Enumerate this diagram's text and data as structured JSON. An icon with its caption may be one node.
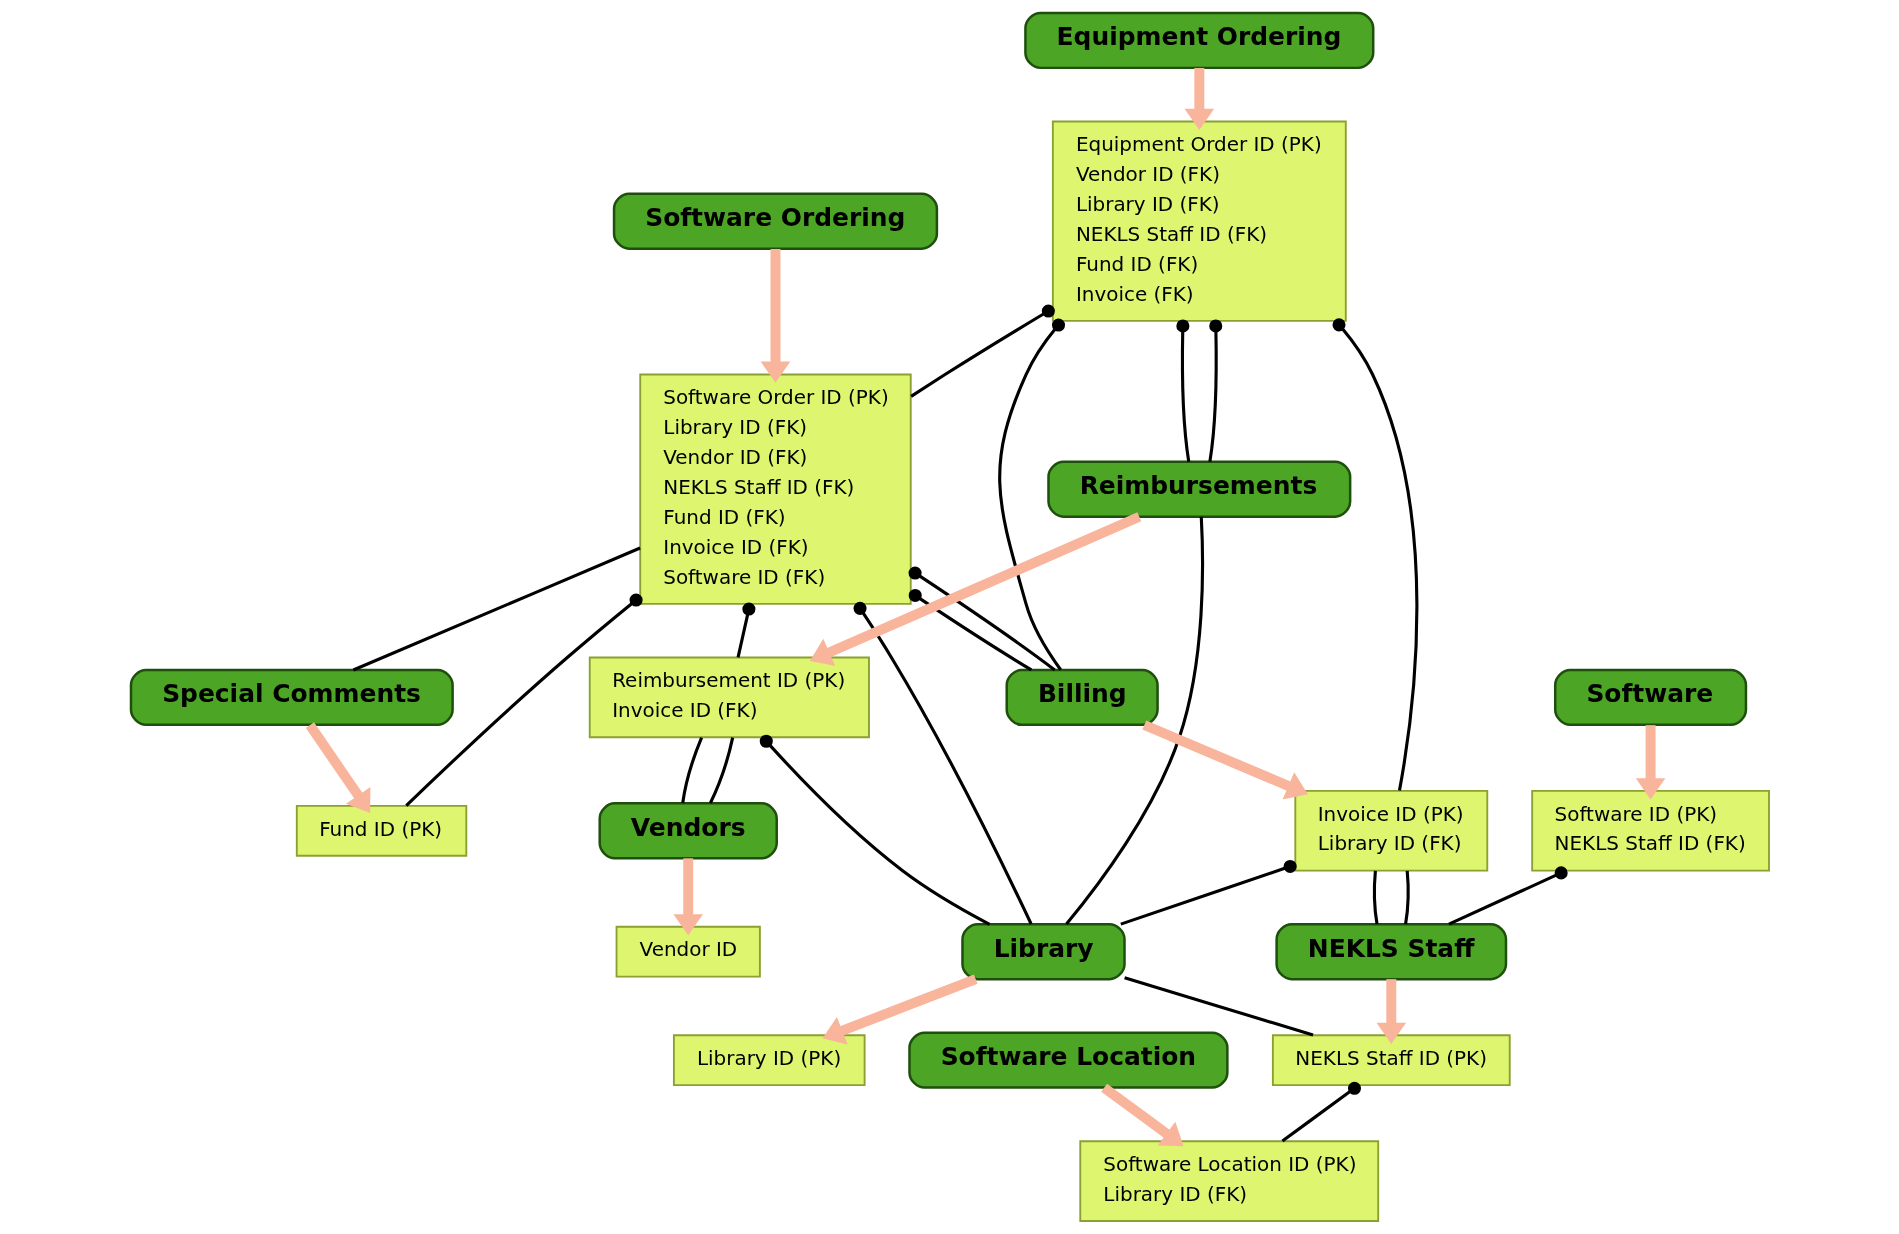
{
  "diagram": {
    "nodes": [
      {
        "text": [
          "Equipment Ordering"
        ]
      },
      {
        "text": [
          "Equipment Order ID (PK)",
          "Vendor ID (FK)",
          "Library ID (FK)",
          "NEKLS Staff ID (FK)",
          "Fund ID (FK)",
          "Invoice (FK)"
        ]
      },
      {
        "text": [
          "Software Ordering"
        ]
      },
      {
        "text": [
          "Software Order ID (PK)",
          "Library ID (FK)",
          "Vendor ID (FK)",
          "NEKLS Staff ID (FK)",
          "Fund ID (FK)",
          "Invoice ID (FK)",
          "Software ID (FK)"
        ]
      },
      {
        "text": [
          "Software"
        ]
      },
      {
        "text": [
          "Software ID (PK)",
          "NEKLS Staff ID (FK)"
        ]
      },
      {
        "text": [
          "Special Comments"
        ]
      },
      {
        "text": [
          "Fund ID (PK)"
        ]
      },
      {
        "text": [
          "Reimbursements"
        ]
      },
      {
        "text": [
          "Reimbursement ID (PK)",
          "Invoice ID (FK)"
        ]
      },
      {
        "text": [
          "Billing"
        ]
      },
      {
        "text": [
          "Invoice ID (PK)",
          "Library ID (FK)"
        ]
      },
      {
        "text": [
          "Vendors"
        ]
      },
      {
        "text": [
          "Vendor ID"
        ]
      },
      {
        "text": [
          "Library"
        ]
      },
      {
        "text": [
          "Library ID (PK)"
        ]
      },
      {
        "text": [
          "NEKLS Staff"
        ]
      },
      {
        "text": [
          "NEKLS Staff ID (PK)"
        ]
      },
      {
        "text": [
          "Software Location"
        ]
      },
      {
        "text": [
          "Software Location ID (PK)",
          "Library ID (FK)"
        ]
      }
    ],
    "edges": [
      {
        "from": 0,
        "to": 1,
        "arrow": "to",
        "style": "thick",
        "color": "#f9b49c"
      },
      {
        "from": 2,
        "to": 3,
        "arrow": "to",
        "style": "thick",
        "color": "#f9b49c"
      },
      {
        "from": 4,
        "to": 5,
        "arrow": "to",
        "style": "thick",
        "color": "#f9b49c"
      },
      {
        "from": 6,
        "to": 7,
        "arrow": "to",
        "style": "thick",
        "color": "#f9b49c"
      },
      {
        "from": 8,
        "to": 9,
        "arrow": "to",
        "style": "thick",
        "color": "#f9b49c"
      },
      {
        "from": 10,
        "to": 11,
        "arrow": "to",
        "style": "thick",
        "color": "#f9b49c"
      },
      {
        "from": 12,
        "to": 13,
        "arrow": "to",
        "style": "thick",
        "color": "#f9b49c"
      },
      {
        "from": 14,
        "to": 15,
        "arrow": "to",
        "style": "thick",
        "color": "#f9b49c"
      },
      {
        "from": 16,
        "to": 17,
        "arrow": "to",
        "style": "thick",
        "color": "#f9b49c"
      },
      {
        "from": 18,
        "to": 19,
        "arrow": "to",
        "style": "thick",
        "color": "#f9b49c"
      },
      {
        "from": 1,
        "to": 3,
        "arrow": "other"
      },
      {
        "from": 1,
        "to": 8,
        "arrow": "other"
      },
      {
        "from": 1,
        "to": 8,
        "arrow": "other"
      },
      {
        "from": 1,
        "to": 11,
        "arrow": "other"
      },
      {
        "from": 1,
        "to": 10,
        "arrow": "other"
      },
      {
        "from": 3,
        "to": 9,
        "arrow": "other"
      },
      {
        "from": 3,
        "to": 14,
        "arrow": "other"
      },
      {
        "from": 3,
        "to": 10,
        "arrow": "other"
      },
      {
        "from": 3,
        "to": 10,
        "arrow": "other"
      },
      {
        "from": 3,
        "to": 7,
        "arrow": "other"
      },
      {
        "from": 3,
        "to": 6,
        "arrow": "none"
      },
      {
        "from": 5,
        "to": 16,
        "arrow": "other"
      },
      {
        "from": 8,
        "to": 14,
        "arrow": "none"
      },
      {
        "from": 9,
        "to": 12,
        "arrow": "none"
      },
      {
        "from": 9,
        "to": 14,
        "arrow": "other"
      },
      {
        "from": 9,
        "to": 12,
        "arrow": "none"
      },
      {
        "from": 11,
        "to": 14,
        "arrow": "other"
      },
      {
        "from": 11,
        "to": 16,
        "arrow": "none"
      },
      {
        "from": 11,
        "to": 16,
        "arrow": "none"
      },
      {
        "from": 14,
        "to": 17,
        "arrow": "none"
      },
      {
        "from": 17,
        "to": 19,
        "arrow": "other"
      }
    ]
  }
}
